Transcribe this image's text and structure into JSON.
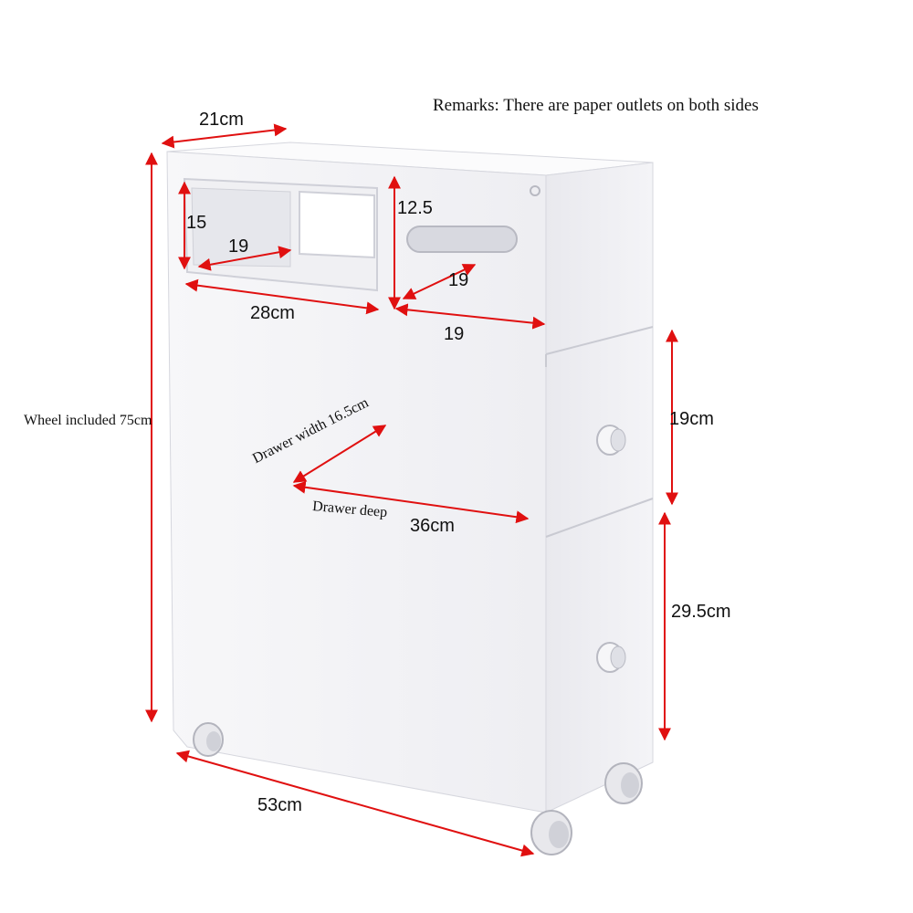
{
  "remark": "Remarks: There are paper outlets on both sides",
  "labels": {
    "top_depth": "21cm",
    "total_height": "Wheel included 75cm",
    "front_box_height": "15",
    "front_box_depth": "19",
    "front_width": "28cm",
    "side_box_height": "12.5",
    "side_box_depth": "19",
    "side_box_width": "19",
    "drawer1_height": "19cm",
    "drawer2_height": "29.5cm",
    "drawer_width_label": "Drawer width",
    "drawer_width_value": "16.5cm",
    "drawer_deep_label": "Drawer deep",
    "drawer_deep_value": "36cm",
    "base_length": "53cm"
  },
  "colors": {
    "arrow": "#e01010",
    "body": "#f2f2f5",
    "body_shade": "#e4e4ea",
    "edge": "#cfd0d8"
  }
}
